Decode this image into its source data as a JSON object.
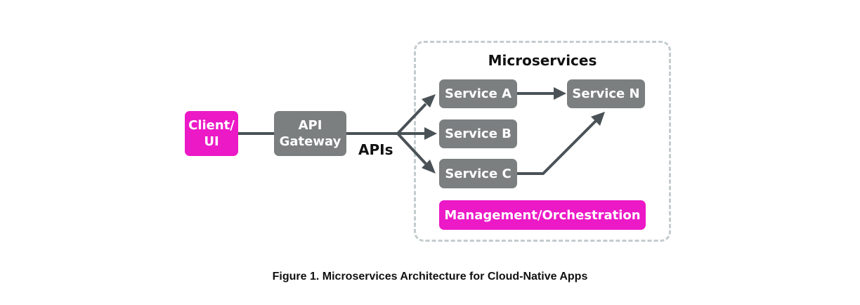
{
  "diagram": {
    "container_title": "Microservices",
    "edge_label": "APIs",
    "caption": "Figure 1. Microservices Architecture for Cloud-Native Apps",
    "colors": {
      "service_fill": "#7b7f80",
      "highlight_fill": "#ec19c7",
      "connector": "#4a5257",
      "container_border": "#c3ccce"
    },
    "nodes": {
      "client": {
        "line1": "Client/",
        "line2": "UI"
      },
      "gateway": {
        "line1": "API",
        "line2": "Gateway"
      },
      "service_a": "Service A",
      "service_b": "Service B",
      "service_c": "Service C",
      "service_n": "Service N",
      "management": "Management/Orchestration"
    }
  }
}
